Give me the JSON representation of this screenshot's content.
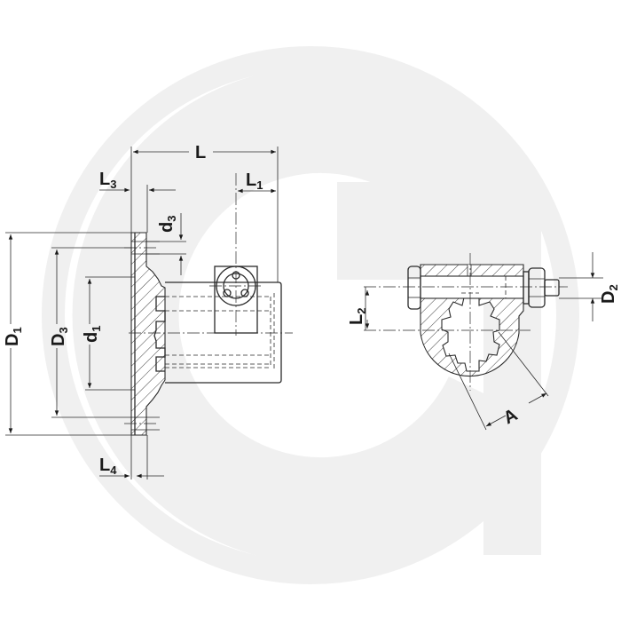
{
  "watermark": {
    "shape": "circular-g-logo",
    "color": "#f0f0f0"
  },
  "colors": {
    "line": "#2a2a2a",
    "text": "#1a1a1a",
    "background": "#ffffff",
    "watermark": "#f0f0f0"
  },
  "side_view": {
    "dimensions": {
      "L": {
        "main": "L",
        "sub": ""
      },
      "L1": {
        "main": "L",
        "sub": "1"
      },
      "L3": {
        "main": "L",
        "sub": "3"
      },
      "L4": {
        "main": "L",
        "sub": "4"
      },
      "d3": {
        "main": "d",
        "sub": "3"
      },
      "D1": {
        "main": "D",
        "sub": "1"
      },
      "D3": {
        "main": "D",
        "sub": "3"
      },
      "d1": {
        "main": "d",
        "sub": "1"
      }
    }
  },
  "section_view": {
    "dimensions": {
      "L2": {
        "main": "L",
        "sub": "2"
      },
      "D2": {
        "main": "D",
        "sub": "2"
      },
      "A": {
        "main": "A",
        "sub": ""
      }
    }
  }
}
